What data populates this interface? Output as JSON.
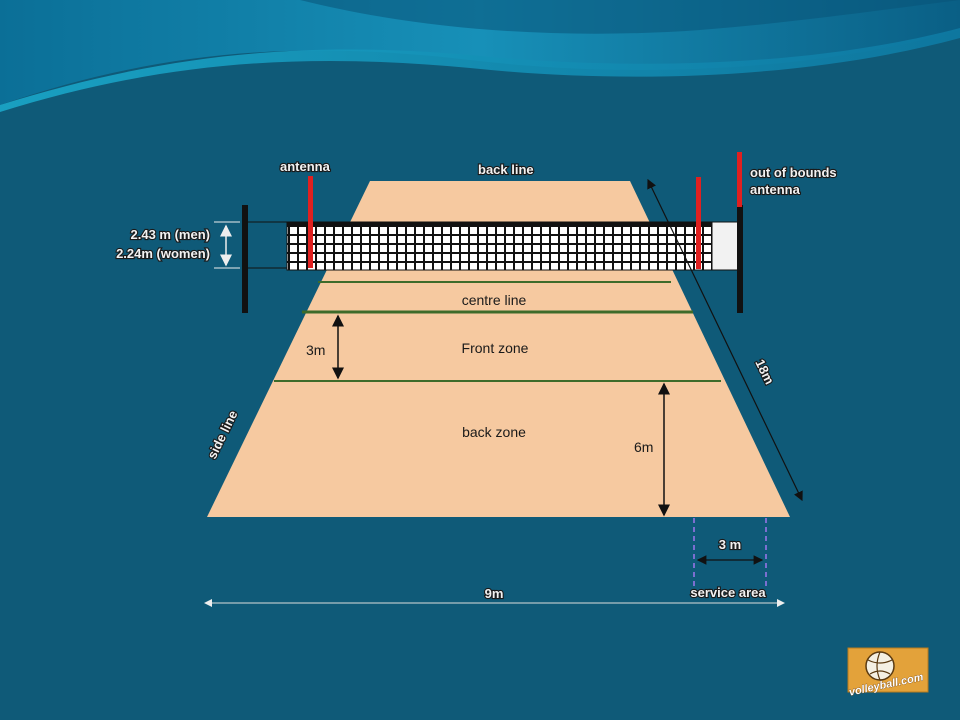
{
  "colors": {
    "background": "#0f5a78",
    "court": "#f6c9a0",
    "court_lines": "#3e6b2a",
    "antenna": "#e02020",
    "post": "#111111",
    "service_markers": "#7a6fd0"
  },
  "labels": {
    "antenna": "antenna",
    "back_line": "back line",
    "out_of_bounds_1": "out of bounds",
    "out_of_bounds_2": "antenna",
    "net_height_men": "2.43 m (men)",
    "net_height_women": "2.24m (women)",
    "centre_line": "centre line",
    "front_zone": "Front zone",
    "three_m": "3m",
    "back_zone": "back zone",
    "six_m": "6m",
    "side_line": "side line",
    "length": "18m",
    "service_width": "3 m",
    "service_area": "service area",
    "width": "9m"
  },
  "logo": {
    "text": "volleyball.com"
  }
}
